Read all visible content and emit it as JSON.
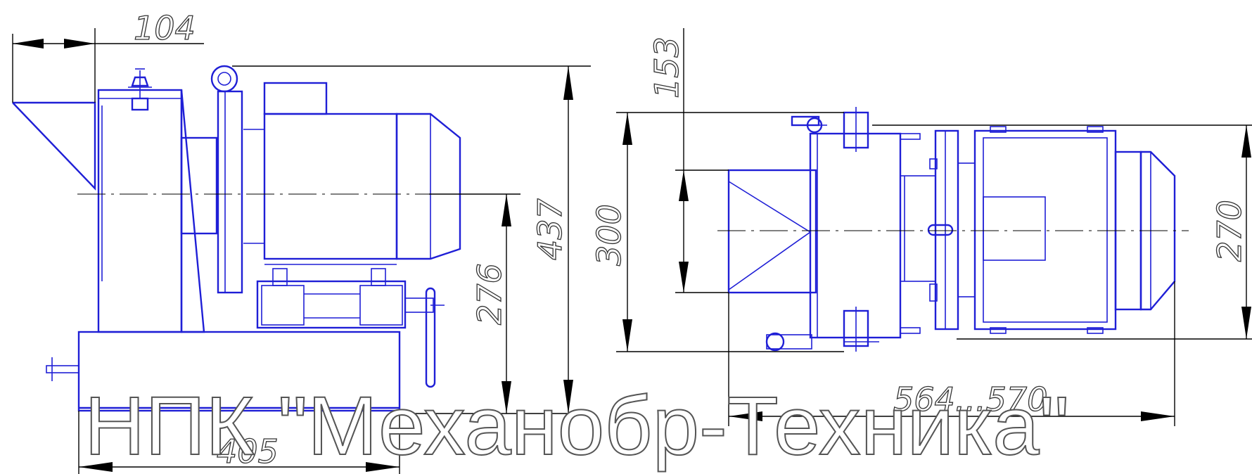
{
  "dimensions": {
    "d104": "104",
    "d437": "437",
    "d276": "276",
    "d405": "405",
    "d153": "153",
    "d300": "300",
    "d270": "270",
    "d564": "564...570"
  },
  "watermark": "НПК \"Механобр-Техника\"",
  "colors": {
    "outline": "#1f1fd6",
    "dimension": "#000000"
  }
}
